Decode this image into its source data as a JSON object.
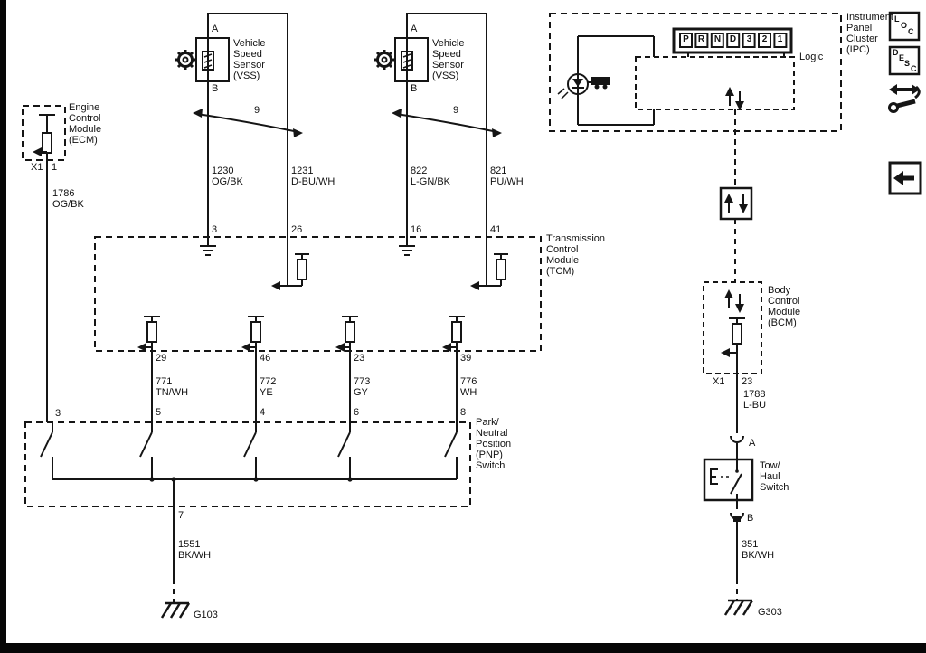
{
  "ecm": {
    "label": "Engine\nControl\nModule\n(ECM)",
    "connector": "X1",
    "pin": "1",
    "wire_circuit": "1786",
    "wire_color": "OG/BK",
    "pnp_pin": "3"
  },
  "vss_left": {
    "label": "Vehicle\nSpeed\nSensor\n(VSS)",
    "term_a": "A",
    "term_b": "B",
    "twist": "9",
    "wire_a": {
      "circuit": "1230",
      "color": "OG/BK",
      "tcm_pin": "3"
    },
    "wire_b": {
      "circuit": "1231",
      "color": "D-BU/WH",
      "tcm_pin": "26"
    }
  },
  "vss_right": {
    "label": "Vehicle\nSpeed\nSensor\n(VSS)",
    "term_a": "A",
    "term_b": "B",
    "twist": "9",
    "wire_a": {
      "circuit": "822",
      "color": "L-GN/BK",
      "tcm_pin": "16"
    },
    "wire_b": {
      "circuit": "821",
      "color": "PU/WH",
      "tcm_pin": "41"
    }
  },
  "tcm": {
    "label": "Transmission\nControl\nModule\n(TCM)",
    "outputs": [
      {
        "pin": "29",
        "circuit": "771",
        "color": "TN/WH",
        "pnp_pin": "5"
      },
      {
        "pin": "46",
        "circuit": "772",
        "color": "YE",
        "pnp_pin": "4"
      },
      {
        "pin": "23",
        "circuit": "773",
        "color": "GY",
        "pnp_pin": "6"
      },
      {
        "pin": "39",
        "circuit": "776",
        "color": "WH",
        "pnp_pin": "8"
      }
    ]
  },
  "pnp": {
    "label": "Park/\nNeutral\nPosition\n(PNP)\nSwitch",
    "out_pin": "7",
    "wire_circuit": "1551",
    "wire_color": "BK/WH",
    "ground": "G103"
  },
  "ipc": {
    "label": "Instrument\nPanel\nCluster\n(IPC)",
    "logic_label": "Logic",
    "gear_indicators": [
      "P",
      "R",
      "N",
      "D",
      "3",
      "2",
      "1"
    ]
  },
  "bcm": {
    "label": "Body\nControl\nModule\n(BCM)",
    "connector": "X1",
    "pin": "23",
    "wire_circuit": "1788",
    "wire_color": "L-BU"
  },
  "towhaul": {
    "label": "Tow/\nHaul\nSwitch",
    "term_a": "A",
    "term_b": "B",
    "wire_circuit": "351",
    "wire_color": "BK/WH",
    "ground": "G303"
  },
  "sidebar": {
    "loc": [
      "L",
      "O",
      "C"
    ],
    "desc": [
      "D",
      "E",
      "S",
      "C"
    ]
  }
}
